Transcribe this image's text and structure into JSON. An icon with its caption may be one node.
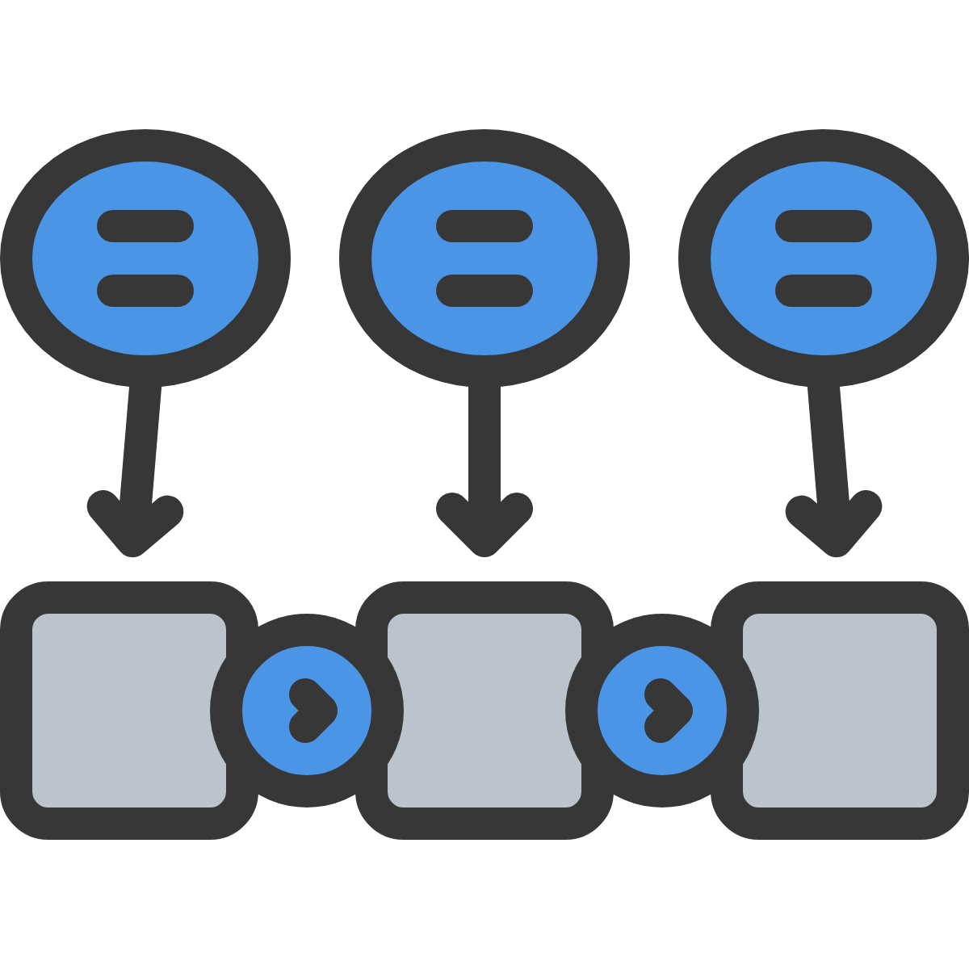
{
  "diagram": {
    "nodes": [
      {
        "text": [],
        "shape": "ellipse"
      },
      {
        "text": [],
        "shape": "ellipse"
      },
      {
        "text": [],
        "shape": "ellipse"
      },
      {
        "text": [],
        "shape": "box"
      },
      {
        "text": [],
        "shape": "circle"
      },
      {
        "text": [],
        "shape": "box"
      },
      {
        "text": [],
        "shape": "circle"
      },
      {
        "text": [],
        "shape": "box"
      }
    ],
    "edges": [
      {
        "from": 0,
        "to": 3,
        "arrow": "to"
      },
      {
        "from": 1,
        "to": 5,
        "arrow": "to"
      },
      {
        "from": 2,
        "to": 7,
        "arrow": "to"
      }
    ]
  }
}
